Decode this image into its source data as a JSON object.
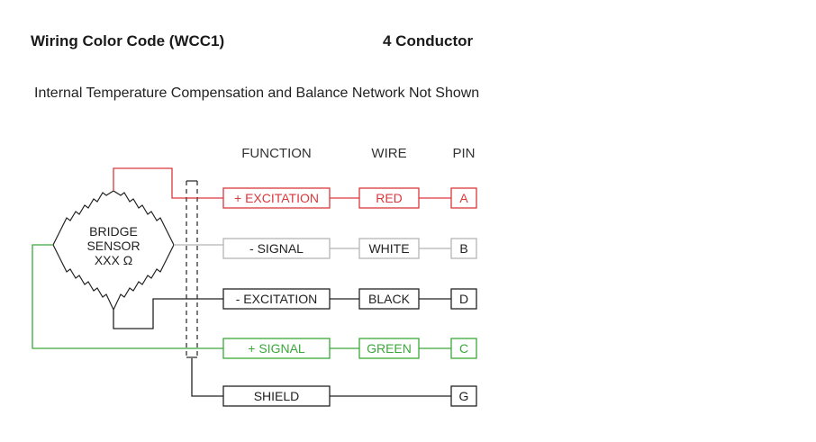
{
  "header": {
    "title": "Wiring Color Code (WCC1)",
    "conductor_label": "4 Conductor"
  },
  "subtitle": "Internal Temperature Compensation and Balance Network Not Shown",
  "columns": {
    "function": "FUNCTION",
    "wire": "WIRE",
    "pin": "PIN"
  },
  "sensor": {
    "line1": "BRIDGE",
    "line2": "SENSOR",
    "line3": "XXX Ω"
  },
  "colors": {
    "red": "#d9383c",
    "white": "#b5b5b5",
    "black": "#222222",
    "green": "#3aa83a",
    "shield": "#222222"
  },
  "rows": [
    {
      "function": "+ EXCITATION",
      "wire": "RED",
      "pin": "A",
      "color": "#d9383c",
      "text_color": "#d9383c"
    },
    {
      "function": "- SIGNAL",
      "wire": "WHITE",
      "pin": "B",
      "color": "#b5b5b5",
      "text_color": "#222222"
    },
    {
      "function": "- EXCITATION",
      "wire": "BLACK",
      "pin": "D",
      "color": "#222222",
      "text_color": "#222222"
    },
    {
      "function": "+ SIGNAL",
      "wire": "GREEN",
      "pin": "C",
      "color": "#3aa83a",
      "text_color": "#3aa83a"
    },
    {
      "function": "SHIELD",
      "wire": "",
      "pin": "G",
      "color": "#222222",
      "text_color": "#222222"
    }
  ]
}
